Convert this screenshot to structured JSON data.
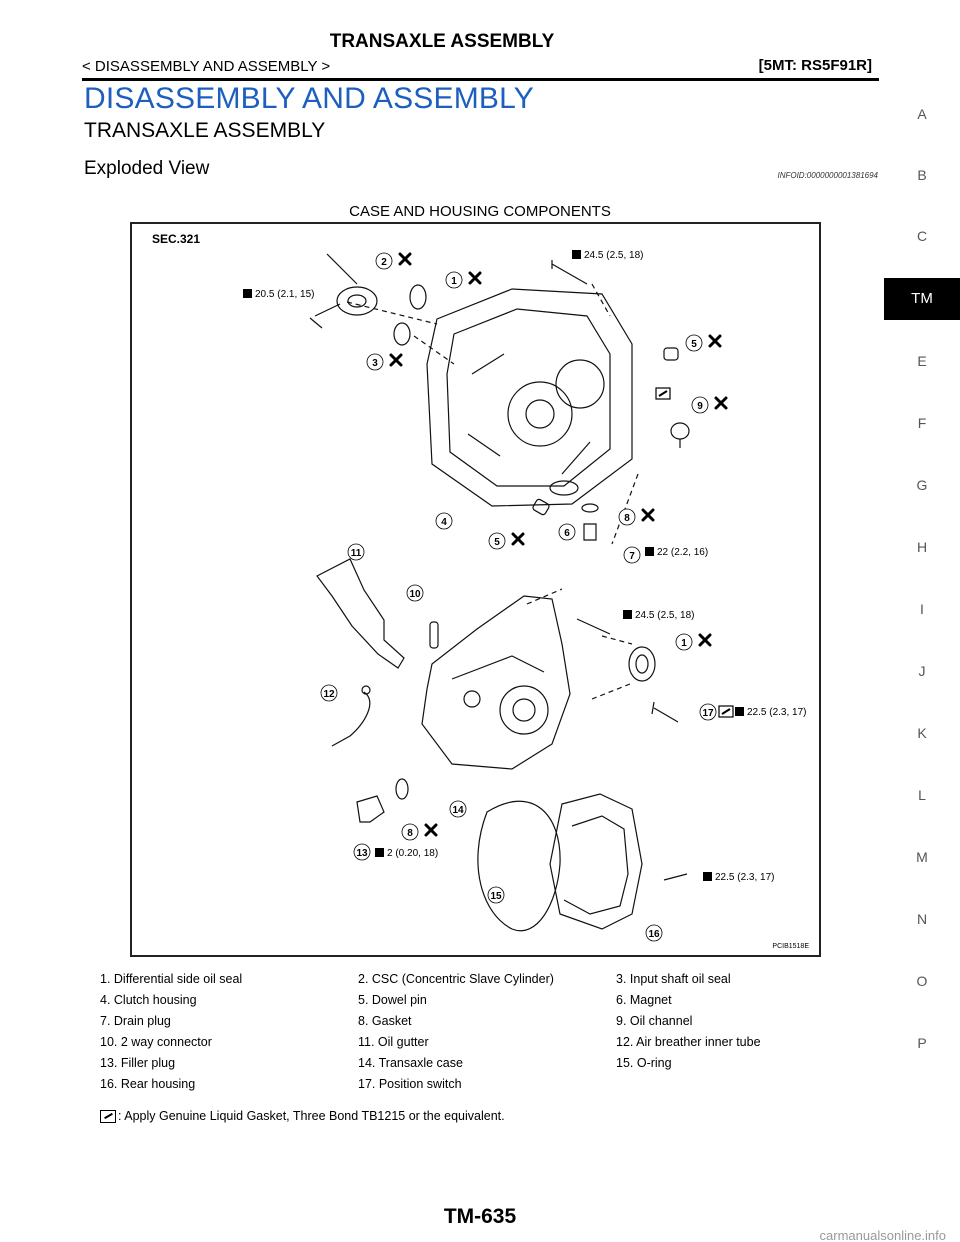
{
  "header": {
    "title": "TRANSAXLE ASSEMBLY",
    "breadcrumb": "< DISASSEMBLY AND ASSEMBLY >",
    "model": "[5MT: RS5F91R]"
  },
  "section_title": "DISASSEMBLY AND ASSEMBLY",
  "subsection_title": "TRANSAXLE ASSEMBLY",
  "subsubsection_title": "Exploded View",
  "infoid": "INFOID:0000000001381694",
  "side_tabs": [
    "A",
    "B",
    "C",
    "TM",
    "E",
    "F",
    "G",
    "H",
    "I",
    "J",
    "K",
    "L",
    "M",
    "N",
    "O",
    "P"
  ],
  "active_tab": "TM",
  "figure": {
    "caption": "CASE AND HOUSING COMPONENTS",
    "sec": "SEC.321",
    "code": "PCIB1518E",
    "torques": {
      "t1": "20.5 (2.1, 15)",
      "t2": "24.5 (2.5, 18)",
      "t3": "22 (2.2, 16)",
      "t4": "24.5 (2.5, 18)",
      "t5": "22.5 (2.3, 17)",
      "t6": "2 (0.20, 18)",
      "t7": "22.5 (2.3, 17)"
    }
  },
  "legend": [
    [
      "1.   Differential side oil seal",
      "2.   CSC (Concentric Slave Cylinder)",
      "3.   Input shaft oil seal"
    ],
    [
      "4.   Clutch housing",
      "5.   Dowel pin",
      "6.   Magnet"
    ],
    [
      "7.   Drain plug",
      "8.   Gasket",
      "9.   Oil channel"
    ],
    [
      "10.  2 way connector",
      "11.  Oil gutter",
      "12.  Air breather inner tube"
    ],
    [
      "13.  Filler plug",
      "14.  Transaxle case",
      "15.  O-ring"
    ],
    [
      "16.  Rear housing",
      "17.  Position switch",
      ""
    ]
  ],
  "note": ": Apply Genuine Liquid Gasket, Three Bond TB1215 or the equivalent.",
  "footer": "TM-635",
  "watermark": "carmanualsonline.info"
}
